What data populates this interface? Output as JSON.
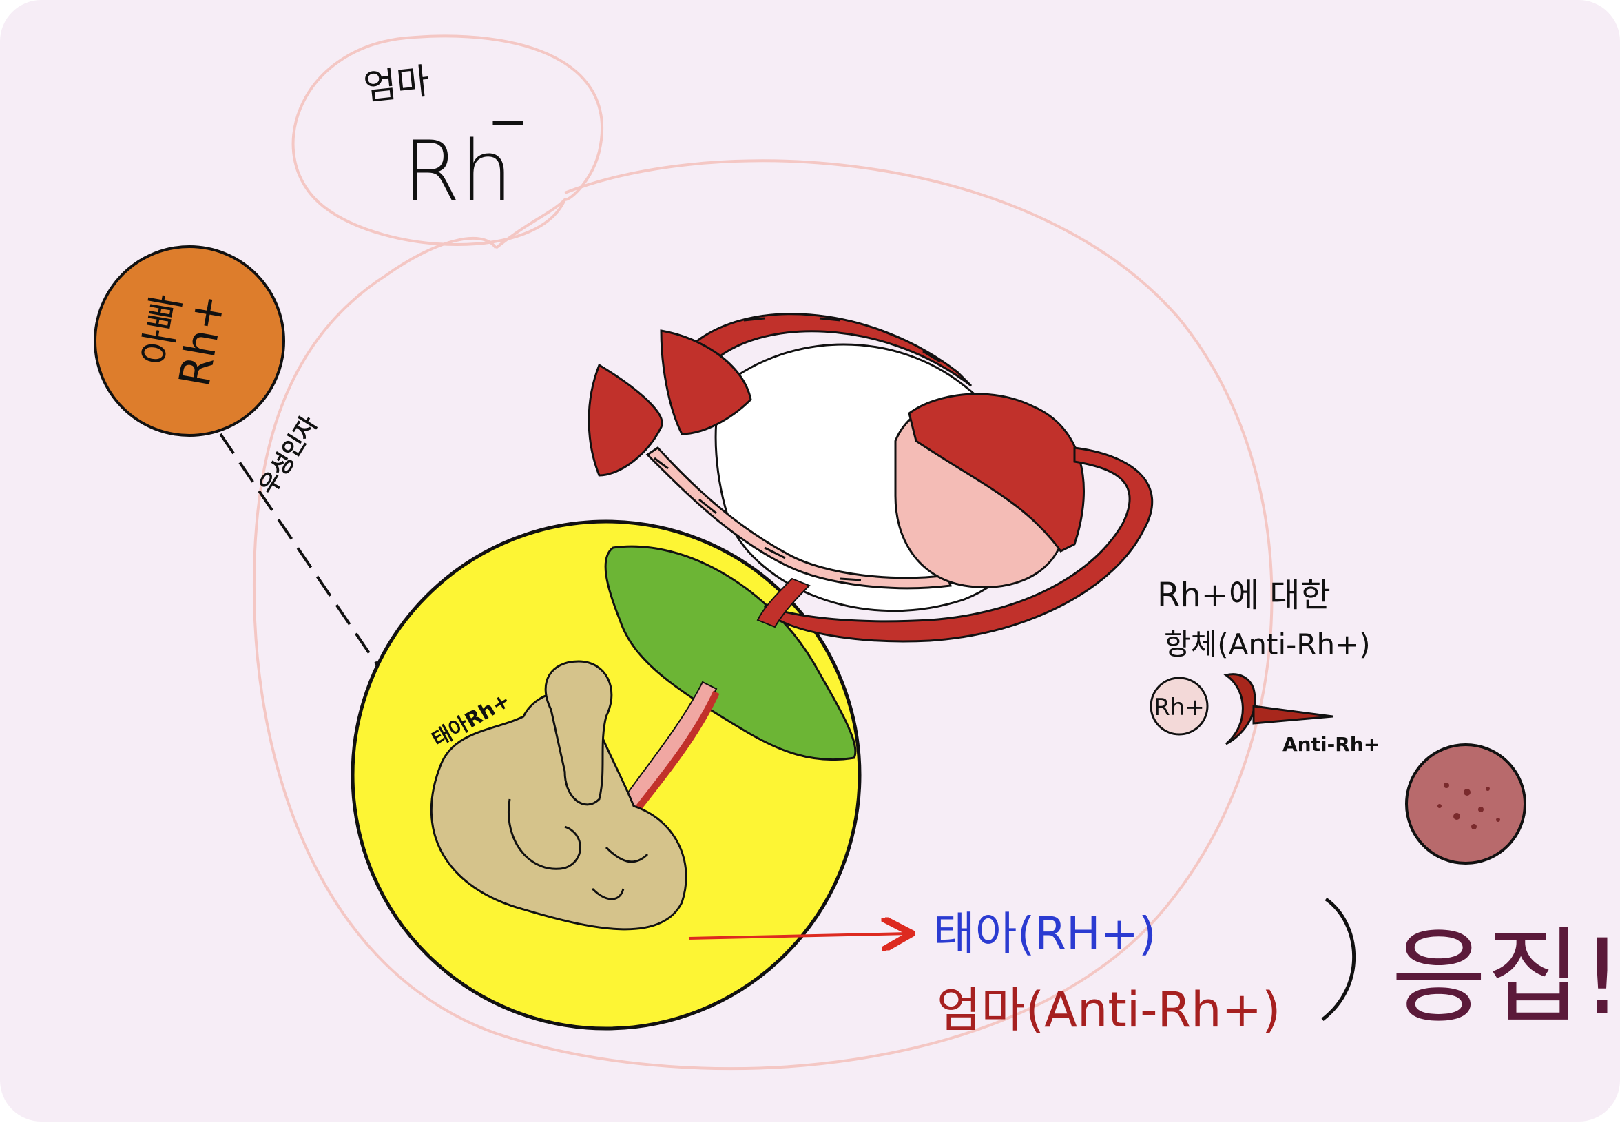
{
  "colors": {
    "background": "#f6edf6",
    "uterus_outline": "#f4c7c4",
    "fetal_sac": "#fdf534",
    "placenta": "#6cb535",
    "vessel_red": "#c1312b",
    "vessel_pink": "#f7c1bb",
    "heart_fill": "#f4bcb6",
    "fetus": "#d5c38b",
    "father_circle": "#dd7d2c",
    "rh_cell": "#f3d9d8",
    "antibody": "#a8271c",
    "clump_cell": "#b86a6c",
    "fetus_text": "#2b3bd1",
    "mother_text": "#a62020",
    "result_text": "#5b1a3a",
    "arrow_red": "#dd2a20"
  },
  "labels": {
    "mother_word": "엄마",
    "mother_rh": "Rh",
    "mother_sign": "−",
    "father_word": "아빠",
    "father_rh": "Rh+",
    "dominant_factor": "우성인자",
    "fetus_rh": "태아Rh+",
    "antibody_title_line1": "Rh+에 대한",
    "antibody_title_line2": "항체(Anti-Rh+)",
    "rh_cell_label": "Rh+",
    "antibody_label": "Anti-Rh+",
    "fetus_result": "태아(RH+)",
    "mother_result": "엄마(Anti-Rh+)",
    "agglutination": "응집!"
  }
}
